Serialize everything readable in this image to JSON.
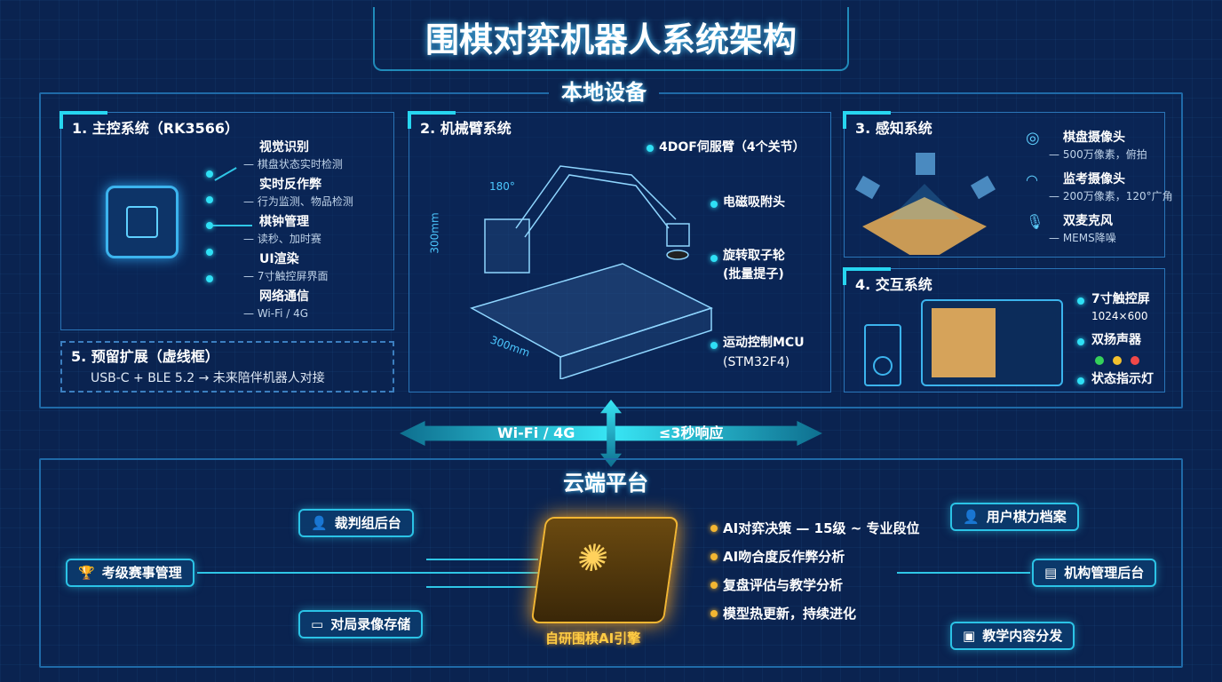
{
  "title": "围棋对弈机器人系统架构",
  "local": {
    "heading": "本地设备",
    "main": {
      "title": "1. 主控系统（RK3566）",
      "items": [
        {
          "label": "视觉识别",
          "desc": "— 棋盘状态实时检测"
        },
        {
          "label": "实时反作弊",
          "desc": "— 行为监测、物品检测"
        },
        {
          "label": "棋钟管理",
          "desc": "— 读秒、加时赛"
        },
        {
          "label": "UI渲染",
          "desc": "— 7寸触控屏界面"
        },
        {
          "label": "网络通信",
          "desc": "— Wi-Fi / 4G"
        }
      ]
    },
    "reserve": {
      "title": "5. 预留扩展（虚线框）",
      "desc": "USB-C + BLE 5.2 → 未来陪伴机器人对接"
    },
    "arm": {
      "title": "2. 机械臂系统",
      "angle": "180°",
      "height": "300mm",
      "width": "300mm",
      "items": [
        {
          "label": "4DOF伺服臂（4个关节）"
        },
        {
          "label": "电磁吸附头"
        },
        {
          "label": "旋转取子轮",
          "desc": "(批量提子)"
        },
        {
          "label": "运动控制MCU",
          "desc": "(STM32F4)"
        }
      ]
    },
    "sense": {
      "title": "3. 感知系统",
      "items": [
        {
          "label": "棋盘摄像头",
          "desc": "— 500万像素，俯拍"
        },
        {
          "label": "监考摄像头",
          "desc": "— 200万像素，120°广角"
        },
        {
          "label": "双麦克风",
          "desc": "— MEMS降噪"
        }
      ]
    },
    "interact": {
      "title": "4. 交互系统",
      "items": [
        {
          "label": "7寸触控屏",
          "desc": "1024×600"
        },
        {
          "label": "双扬声器"
        },
        {
          "label": "状态指示灯"
        }
      ],
      "lights": [
        "#35d05a",
        "#f2c12e",
        "#f04848"
      ]
    }
  },
  "link": {
    "left": "Wi-Fi / 4G",
    "right": "≤3秒响应"
  },
  "cloud": {
    "heading": "云端平台",
    "engine": "自研围棋AI引擎",
    "features": [
      "AI对弈决策 — 15级 ~ 专业段位",
      "AI吻合度反作弊分析",
      "复盘评估与教学分析",
      "模型热更新，持续进化"
    ],
    "left_boxes": [
      "裁判组后台",
      "考级赛事管理",
      "对局录像存储"
    ],
    "right_boxes": [
      "用户棋力档案",
      "机构管理后台",
      "教学内容分发"
    ]
  }
}
